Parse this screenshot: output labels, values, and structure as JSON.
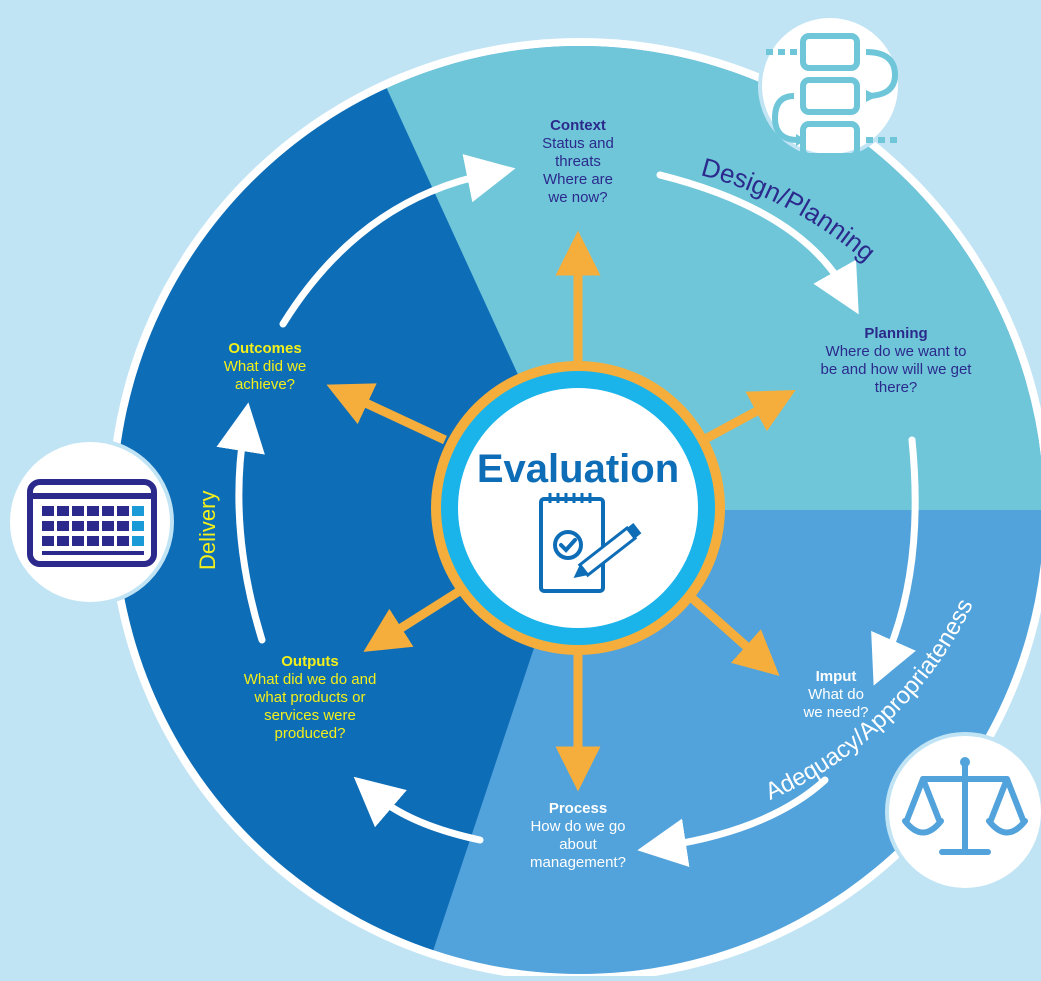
{
  "center": {
    "title": "Evaluation"
  },
  "nodes": {
    "context": {
      "title": "Context",
      "desc": "Status and threats Where are we now?"
    },
    "planning": {
      "title": "Planning",
      "desc": "Where do we want to be and how will we get there?"
    },
    "input": {
      "title": "Imput",
      "desc": "What do we need?"
    },
    "process": {
      "title": "Process",
      "desc": "How do we go about management?"
    },
    "outputs": {
      "title": "Outputs",
      "desc": "What did we do and what products or services were produced?"
    },
    "outcomes": {
      "title": "Outcomes",
      "desc": "What did we achieve?"
    }
  },
  "phases": {
    "design": "Design/Planning",
    "adequacy": "Adequacy/Appropriateness",
    "delivery": "Delivery"
  },
  "icons": {
    "flow": "flowchart-icon",
    "calendar": "calendar-icon",
    "scales": "scales-icon",
    "evaluation": "checklist-pencil-icon"
  },
  "colors": {
    "background": "#c1e4f5",
    "design": "#6fc6d9",
    "adequacy": "#52a2db",
    "delivery": "#0e6db7",
    "arrows": "#f5ae3c",
    "center": "#1ab4ea",
    "label_yellow": "#f3ef1a",
    "label_dark": "#2b2a8c"
  }
}
